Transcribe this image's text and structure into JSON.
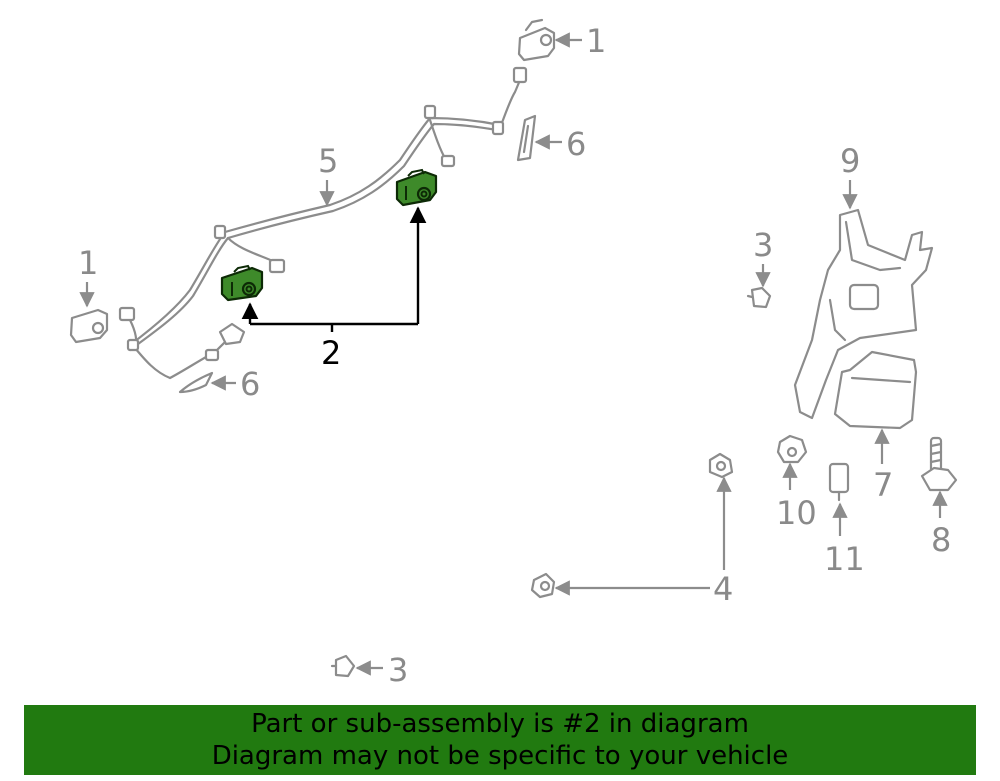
{
  "callouts": {
    "c1_top": "1",
    "c1_left": "1",
    "c2": "2",
    "c3_top": "3",
    "c3_bottom": "3",
    "c4": "4",
    "c5": "5",
    "c6_top": "6",
    "c6_left": "6",
    "c7": "7",
    "c8": "8",
    "c9": "9",
    "c10": "10",
    "c11": "11"
  },
  "banner": {
    "line1": "Part or sub-assembly is #2 in diagram",
    "line2": "Diagram may not be specific to your vehicle"
  },
  "highlight_color": "#3e8a2a",
  "banner_color": "#217a10"
}
